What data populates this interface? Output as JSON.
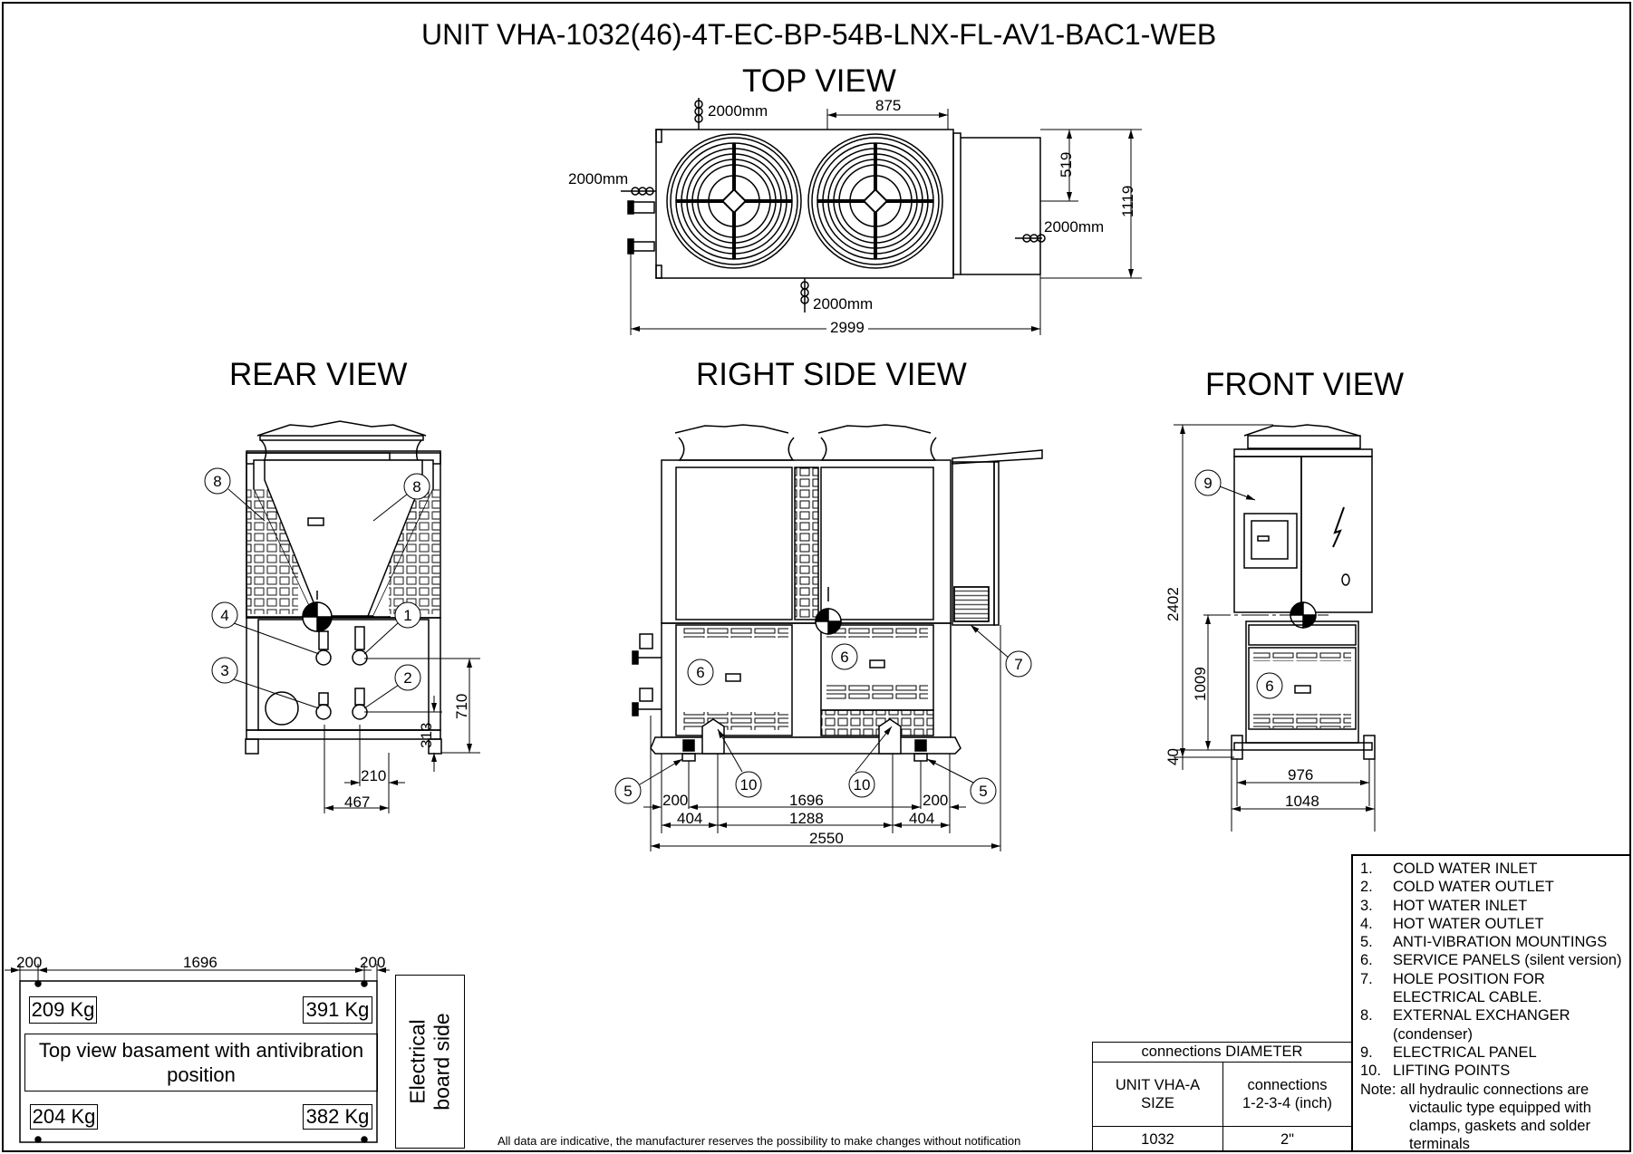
{
  "title": "UNIT VHA-1032(46)-4T-EC-BP-54B-LNX-FL-AV1-BAC1-WEB",
  "views": {
    "top": {
      "label": "TOP VIEW",
      "clearance_top": "2000mm",
      "clearance_left": "2000mm",
      "clearance_right": "2000mm",
      "clearance_bottom": "2000mm",
      "dim_width_fan": "875",
      "dim_519": "519",
      "dim_depth": "1119",
      "dim_length": "2999"
    },
    "rear": {
      "label": "REAR VIEW",
      "callouts": [
        "8",
        "8",
        "4",
        "1",
        "3",
        "2"
      ],
      "dim_710": "710",
      "dim_313": "313",
      "dim_210": "210",
      "dim_467": "467"
    },
    "right_side": {
      "label": "RIGHT SIDE VIEW",
      "callouts": [
        "6",
        "6",
        "7",
        "5",
        "5",
        "10",
        "10"
      ],
      "dim_200_left": "200",
      "dim_1696": "1696",
      "dim_200_right": "200",
      "dim_404_left": "404",
      "dim_1288": "1288",
      "dim_404_right": "404",
      "dim_2550": "2550"
    },
    "front": {
      "label": "FRONT VIEW",
      "callouts": [
        "9",
        "6"
      ],
      "dim_2402": "2402",
      "dim_1009": "1009",
      "dim_40": "40",
      "dim_976": "976",
      "dim_1048": "1048"
    }
  },
  "basement": {
    "dim_200_left": "200",
    "dim_1696": "1696",
    "dim_200_right": "200",
    "weights": {
      "top_left": "209 Kg",
      "top_right": "391 Kg",
      "bottom_left": "204 Kg",
      "bottom_right": "382 Kg"
    },
    "caption_line1": "Top view basament with antivibration",
    "caption_line2": "position",
    "side_label_line1": "Electrical",
    "side_label_line2": "board side"
  },
  "disclaimer": "All data are indicative, the manufacturer reserves the possibility to make changes without notification",
  "connections_table": {
    "header": "connections DIAMETER",
    "col1_header_line1": "UNIT VHA-A",
    "col1_header_line2": "SIZE",
    "col2_header_line1": "connections",
    "col2_header_line2": "1-2-3-4 (inch)",
    "rows": [
      {
        "size": "1032",
        "diameter": "2\""
      }
    ]
  },
  "legend": {
    "items": [
      {
        "num": "1.",
        "text": "COLD WATER INLET"
      },
      {
        "num": "2.",
        "text": "COLD WATER OUTLET"
      },
      {
        "num": "3.",
        "text": "HOT WATER INLET"
      },
      {
        "num": "4.",
        "text": "HOT WATER OUTLET"
      },
      {
        "num": "5.",
        "text": "ANTI-VIBRATION MOUNTINGS"
      },
      {
        "num": "6.",
        "text": "SERVICE PANELS (silent version)"
      },
      {
        "num": "7.",
        "text": "HOLE POSITION FOR"
      },
      {
        "num": "",
        "text": "ELECTRICAL CABLE."
      },
      {
        "num": "8.",
        "text": "EXTERNAL EXCHANGER"
      },
      {
        "num": "",
        "text": "(condenser)"
      },
      {
        "num": "9.",
        "text": "ELECTRICAL PANEL"
      },
      {
        "num": "10.",
        "text": "LIFTING POINTS"
      }
    ],
    "note_label": "Note:",
    "note_lines": [
      "all hydraulic connections are",
      "victaulic type equipped with",
      "clamps, gaskets and solder",
      "terminals"
    ]
  }
}
